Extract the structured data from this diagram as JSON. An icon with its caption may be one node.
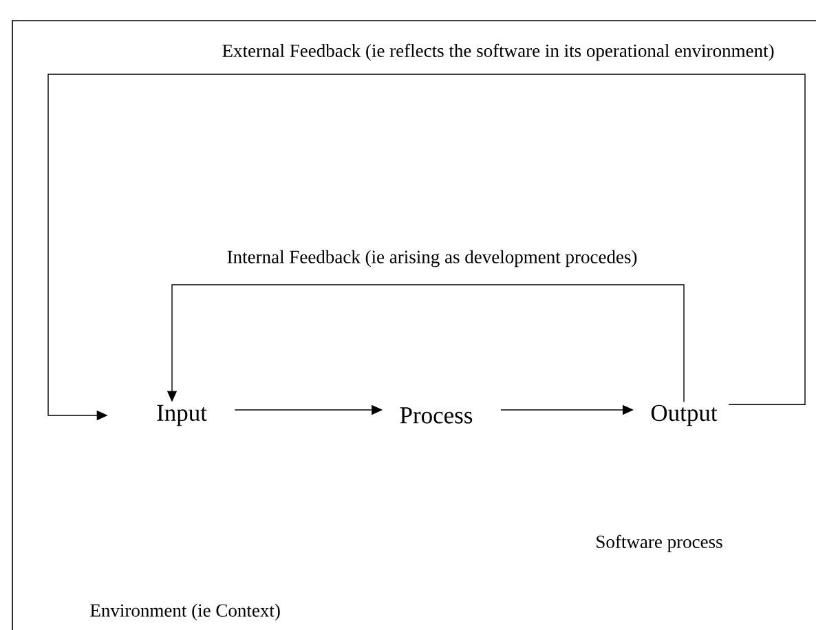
{
  "diagram": {
    "nodes": [
      {
        "text": [
          "Environment (ie Context)"
        ]
      },
      {
        "text": [
          "Input"
        ],
        "in": 0
      },
      {
        "text": [
          "Process"
        ],
        "in": 0
      },
      {
        "text": [
          "Output"
        ],
        "in": 0
      }
    ],
    "edges": [
      {
        "from": 1,
        "to": 2,
        "arrow": "to"
      },
      {
        "from": 2,
        "to": 3,
        "arrow": "to"
      },
      {
        "from": 3,
        "to": 1,
        "arrow": "to",
        "label": "Internal Feedback (ie  arising as development procedes)"
      },
      {
        "from": 3,
        "to": 1,
        "arrow": "to",
        "label": "External Feedback (ie  reflects the software in its operational environment)"
      }
    ],
    "labels": [
      "Software process"
    ]
  }
}
